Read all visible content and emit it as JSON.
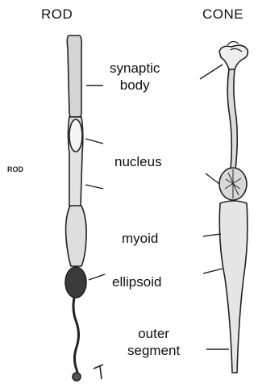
{
  "titles": {
    "rod": "ROD",
    "cone": "CONE"
  },
  "side_label": "ROD",
  "labels": {
    "synaptic_body": "synaptic\nbody",
    "nucleus": "nucleus",
    "myoid": "myoid",
    "ellipsoid": "ellipsoid",
    "outer_segment": "outer\nsegment"
  },
  "colors": {
    "ink": "#111111",
    "cell_fill": "#dcdcdc",
    "ellipsoid_fill": "#3a3a3a"
  }
}
